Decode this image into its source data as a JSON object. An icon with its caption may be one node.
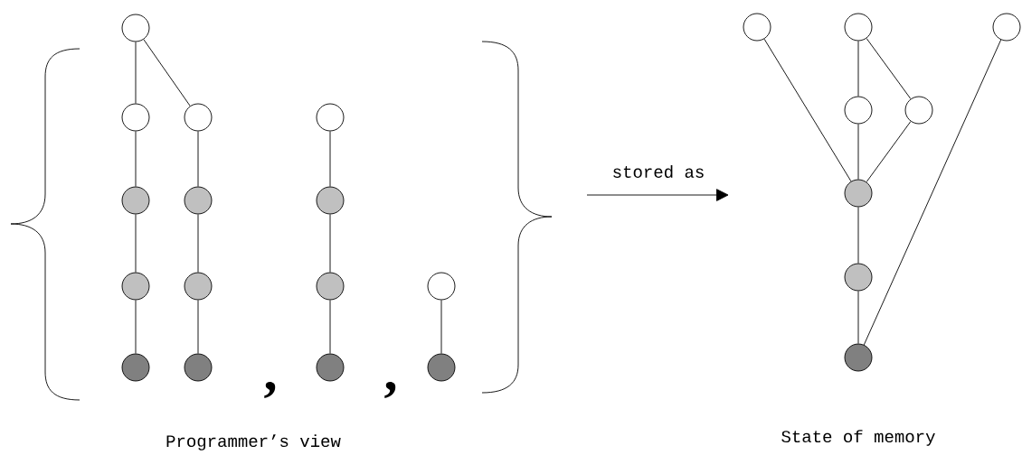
{
  "diagram": {
    "nodes": [
      {
        "text": [],
        "shape": "circle"
      },
      {
        "text": [],
        "shape": "circle"
      },
      {
        "text": [],
        "shape": "circle"
      },
      {
        "text": [],
        "shape": "circle"
      },
      {
        "text": [],
        "shape": "circle"
      },
      {
        "text": [],
        "shape": "circle"
      },
      {
        "text": [],
        "shape": "circle"
      },
      {
        "text": [],
        "shape": "circle"
      },
      {
        "text": [],
        "shape": "circle"
      },
      {
        "text": [],
        "shape": "circle"
      },
      {
        "text": [],
        "shape": "circle"
      },
      {
        "text": [],
        "shape": "circle"
      },
      {
        "text": [],
        "shape": "circle"
      },
      {
        "text": [],
        "shape": "circle"
      },
      {
        "text": [],
        "shape": "circle"
      },
      {
        "text": [],
        "shape": "circle"
      },
      {
        "text": [],
        "shape": "circle"
      },
      {
        "text": [],
        "shape": "circle"
      },
      {
        "text": [],
        "shape": "circle"
      },
      {
        "text": [],
        "shape": "circle"
      },
      {
        "text": [],
        "shape": "circle"
      },
      {
        "text": [],
        "shape": "circle"
      },
      {
        "text": [],
        "shape": "circle"
      }
    ],
    "edges": [
      {
        "from": 0,
        "to": 1,
        "arrow": "none"
      },
      {
        "from": 0,
        "to": 5,
        "arrow": "none"
      },
      {
        "from": 1,
        "to": 2,
        "arrow": "none"
      },
      {
        "from": 2,
        "to": 3,
        "arrow": "none"
      },
      {
        "from": 3,
        "to": 4,
        "arrow": "none"
      },
      {
        "from": 5,
        "to": 6,
        "arrow": "none"
      },
      {
        "from": 6,
        "to": 7,
        "arrow": "none"
      },
      {
        "from": 7,
        "to": 8,
        "arrow": "none"
      },
      {
        "from": 9,
        "to": 10,
        "arrow": "none"
      },
      {
        "from": 10,
        "to": 11,
        "arrow": "none"
      },
      {
        "from": 11,
        "to": 12,
        "arrow": "none"
      },
      {
        "from": 13,
        "to": 14,
        "arrow": "none"
      },
      {
        "from": 15,
        "to": 20,
        "arrow": "none"
      },
      {
        "from": 16,
        "to": 18,
        "arrow": "none"
      },
      {
        "from": 16,
        "to": 19,
        "arrow": "none"
      },
      {
        "from": 18,
        "to": 20,
        "arrow": "none"
      },
      {
        "from": 19,
        "to": 20,
        "arrow": "none"
      },
      {
        "from": 20,
        "to": 21,
        "arrow": "none"
      },
      {
        "from": 21,
        "to": 22,
        "arrow": "none"
      },
      {
        "from": 17,
        "to": 22,
        "arrow": "none"
      }
    ],
    "labels": [
      "stored as",
      ",",
      ",",
      "Programmer’s view",
      "State of memory"
    ]
  }
}
